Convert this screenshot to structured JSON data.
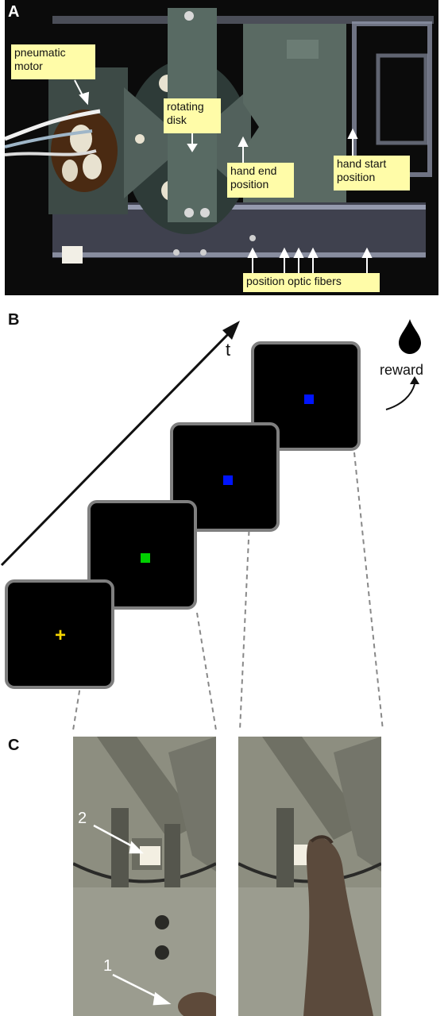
{
  "panels": {
    "a": "A",
    "b": "B",
    "c": "C"
  },
  "panel_a": {
    "labels": {
      "pneumatic_motor": "pneumatic\nmotor",
      "rotating_disk": "rotating\ndisk",
      "hand_end": "hand end\nposition",
      "hand_start": "hand start\nposition",
      "optic_fibers": "position optic fibers"
    }
  },
  "panel_b": {
    "time_label": "t",
    "reward_label": "reward",
    "stimuli": [
      {
        "kind": "cross",
        "color": "#f5d400"
      },
      {
        "kind": "square",
        "color": "#00d000"
      },
      {
        "kind": "square",
        "color": "#0014ff"
      },
      {
        "kind": "square",
        "color": "#0014ff"
      }
    ]
  },
  "panel_c": {
    "marker_1": "1",
    "marker_2": "2"
  }
}
